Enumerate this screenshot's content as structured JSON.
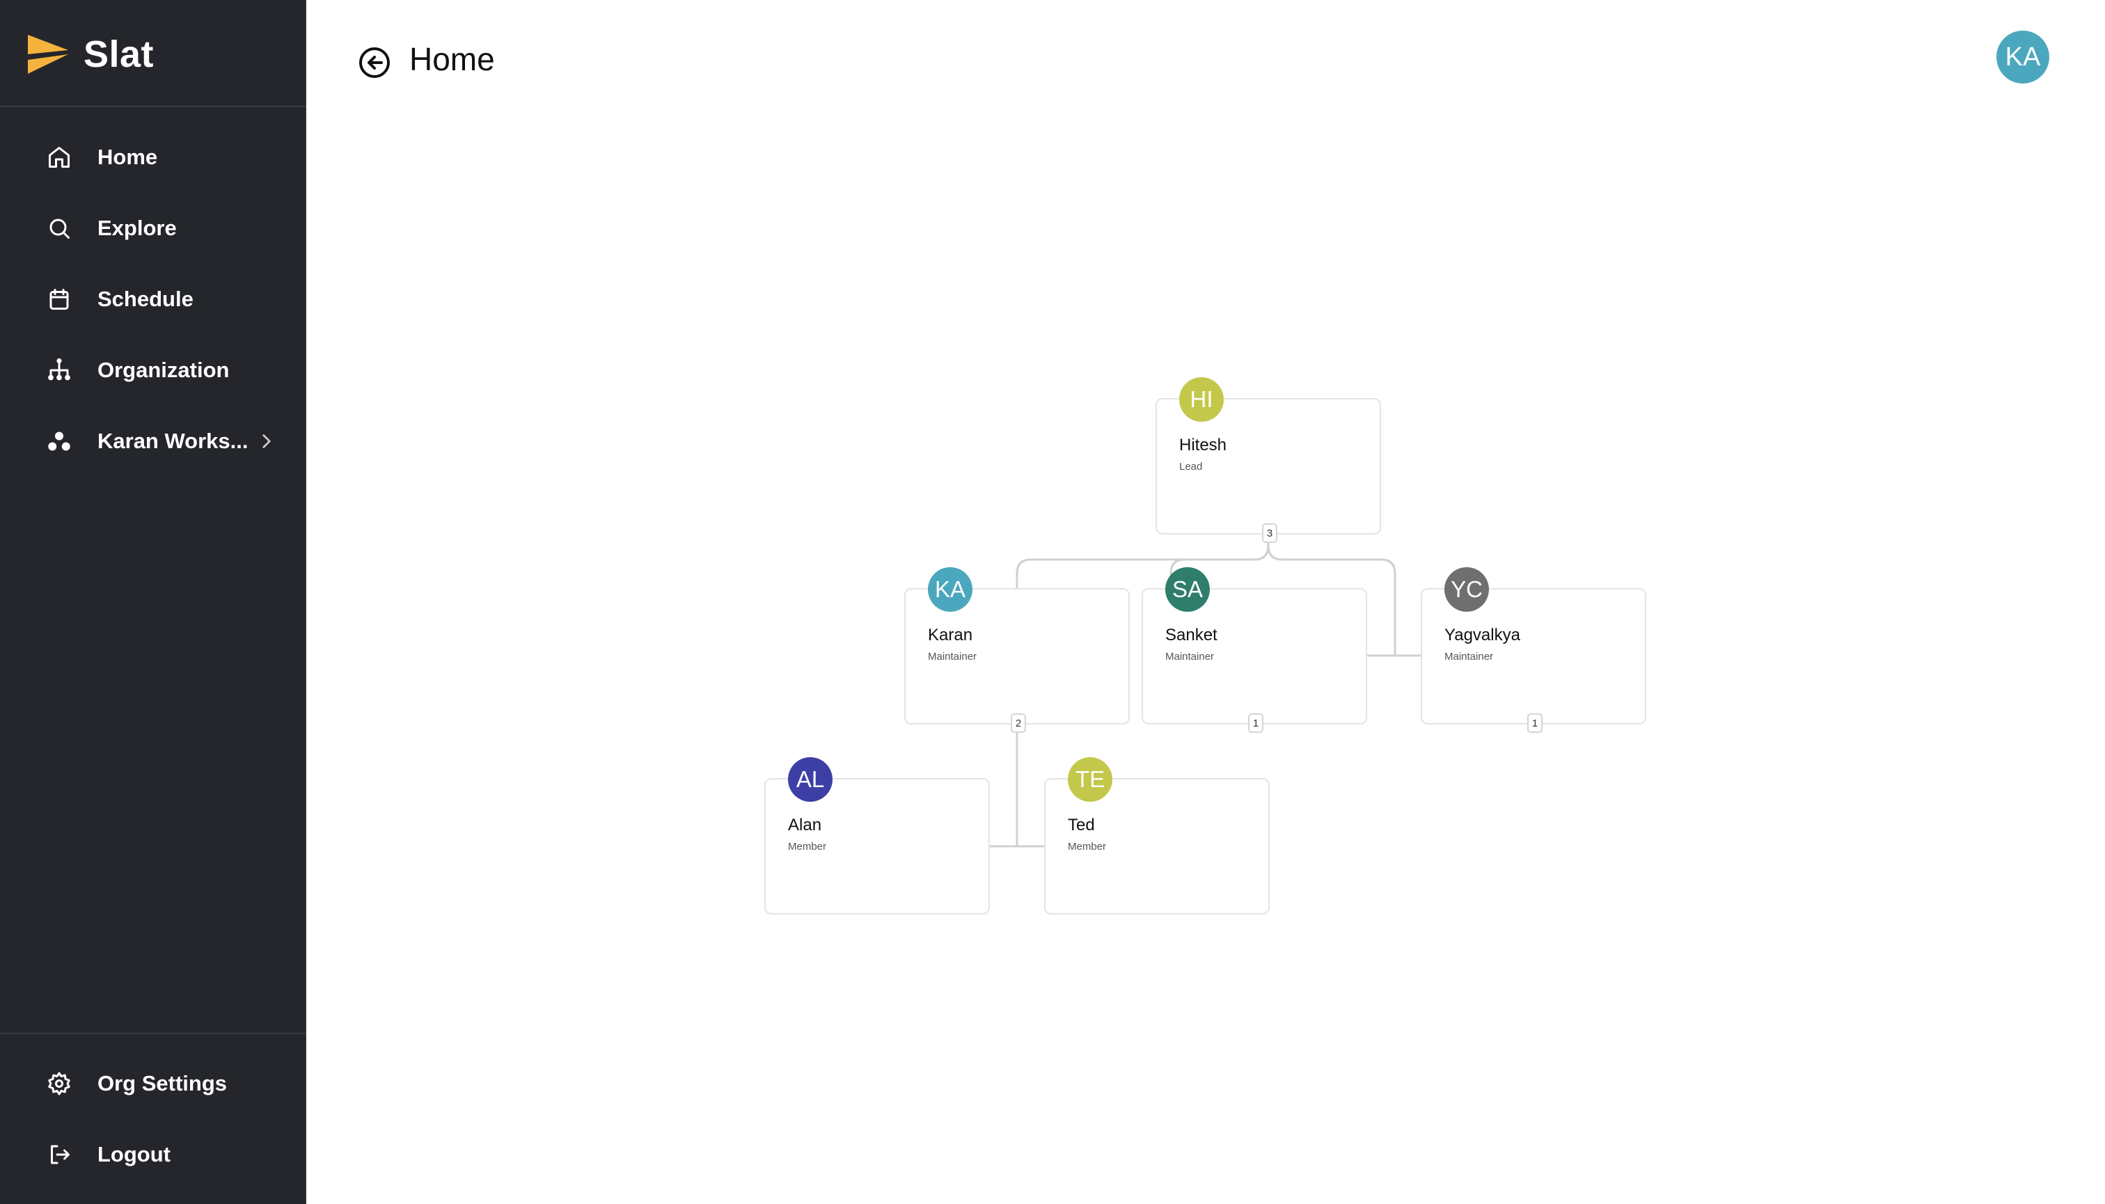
{
  "app": {
    "name": "Slat"
  },
  "sidebar": {
    "items": [
      {
        "label": "Home",
        "icon": "home-icon"
      },
      {
        "label": "Explore",
        "icon": "search-icon"
      },
      {
        "label": "Schedule",
        "icon": "calendar-icon"
      },
      {
        "label": "Organization",
        "icon": "org-tree-icon"
      },
      {
        "label": "Karan Works...",
        "icon": "workspace-icon"
      }
    ],
    "bottom_items": [
      {
        "label": "Org Settings",
        "icon": "gear-icon"
      },
      {
        "label": "Logout",
        "icon": "logout-icon"
      }
    ]
  },
  "header": {
    "title": "Home",
    "user_initials": "KA"
  },
  "org_chart": {
    "nodes": [
      {
        "initials": "HI",
        "name": "Hitesh",
        "role": "Lead",
        "reports": "3",
        "color": "#c3c84a"
      },
      {
        "initials": "KA",
        "name": "Karan",
        "role": "Maintainer",
        "reports": "2",
        "color": "#4ba7bd"
      },
      {
        "initials": "SA",
        "name": "Sanket",
        "role": "Maintainer",
        "reports": "1",
        "color": "#2f7e6c"
      },
      {
        "initials": "YC",
        "name": "Yagvalkya",
        "role": "Maintainer",
        "reports": "1",
        "color": "#6f6f6f"
      },
      {
        "initials": "AL",
        "name": "Alan",
        "role": "Member",
        "color": "#3d3fa6"
      },
      {
        "initials": "TE",
        "name": "Ted",
        "role": "Member",
        "color": "#c3c84a"
      }
    ]
  },
  "colors": {
    "sidebar_bg": "#24262b",
    "brand_accent": "#f3b33d",
    "avatar_user": "#4ba7bd"
  }
}
